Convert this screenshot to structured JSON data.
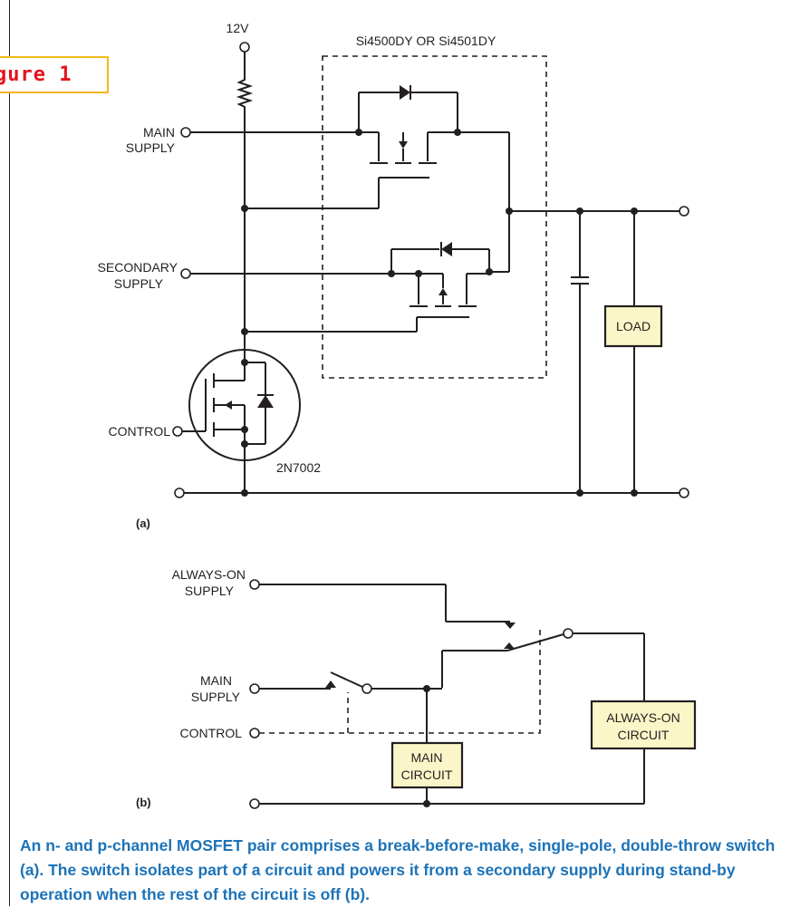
{
  "figure_label": "gure 1",
  "circuit_a": {
    "supply_voltage": "12V",
    "ic_part": "Si4500DY OR Si4501DY",
    "main_supply": [
      "MAIN",
      "SUPPLY"
    ],
    "secondary_supply": [
      "SECONDARY",
      "SUPPLY"
    ],
    "control": "CONTROL",
    "transistor": "2N7002",
    "load": "LOAD",
    "tag": "(a)"
  },
  "circuit_b": {
    "always_on_supply": [
      "ALWAYS-ON",
      "SUPPLY"
    ],
    "main_supply": [
      "MAIN",
      "SUPPLY"
    ],
    "control": "CONTROL",
    "main_circuit": [
      "MAIN",
      "CIRCUIT"
    ],
    "always_on_circuit": [
      "ALWAYS-ON",
      "CIRCUIT"
    ],
    "tag": "(b)"
  },
  "caption": "An n- and p-channel MOSFET pair comprises a break-before-make, single-pole, double-throw switch (a). The switch isolates part of a circuit and powers it from a secondary supply during stand-by operation when the rest of the circuit is off (b)."
}
